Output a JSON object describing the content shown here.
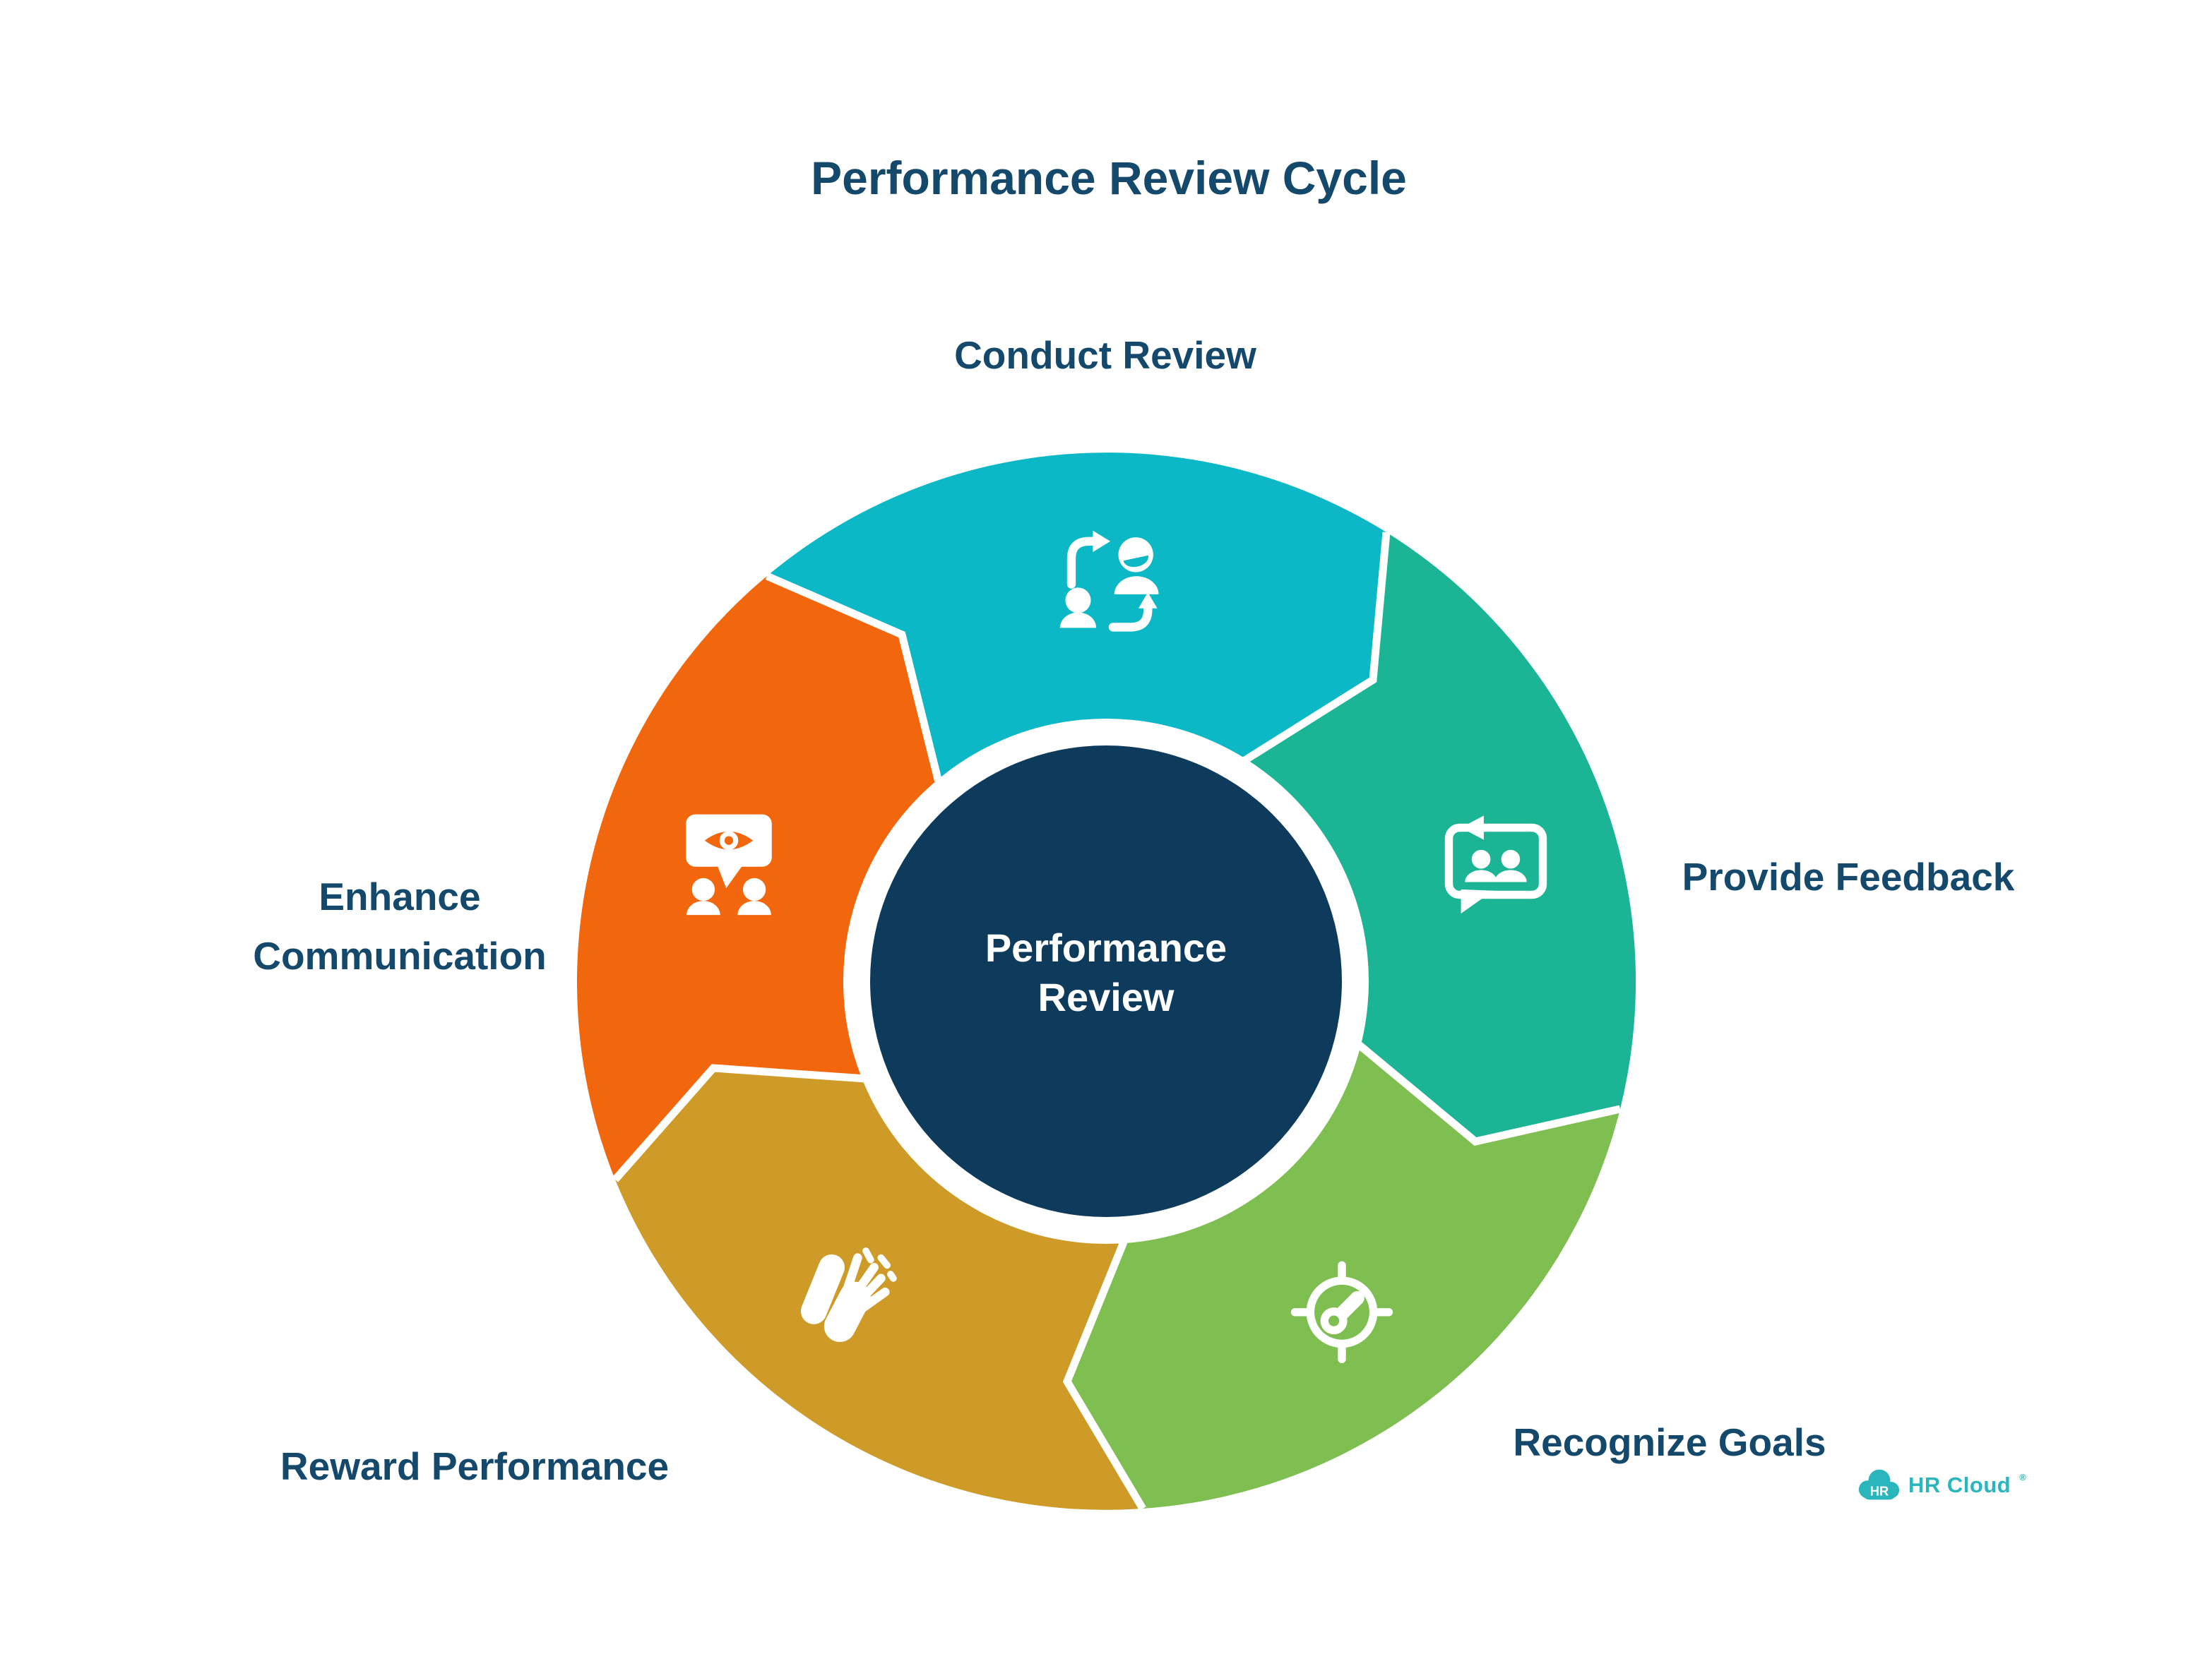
{
  "title": "Performance Review Cycle",
  "center": {
    "line1": "Performance",
    "line2": "Review"
  },
  "segments": [
    {
      "label": "Conduct Review",
      "color": "#0CB8C6",
      "icon": "people-swap-icon"
    },
    {
      "label": "Provide Feedback",
      "color": "#1BB494",
      "icon": "feedback-bubble-icon"
    },
    {
      "label": "Recognize Goals",
      "color": "#7FBE50",
      "icon": "target-gauge-icon"
    },
    {
      "label": "Reward Performance",
      "color": "#CF9B28",
      "icon": "clapping-hands-icon"
    },
    {
      "label": "Enhance Communication",
      "color": "#F2670D",
      "icon": "presentation-eye-icon"
    }
  ],
  "colors": {
    "background": "#FFFFFF",
    "center_circle": "#0E3A5C",
    "label_text": "#15496B",
    "divider": "#FFFFFF"
  },
  "logo": {
    "badge": "HR",
    "name": "HR Cloud",
    "registered": "®",
    "color": "#2BB5BC"
  }
}
